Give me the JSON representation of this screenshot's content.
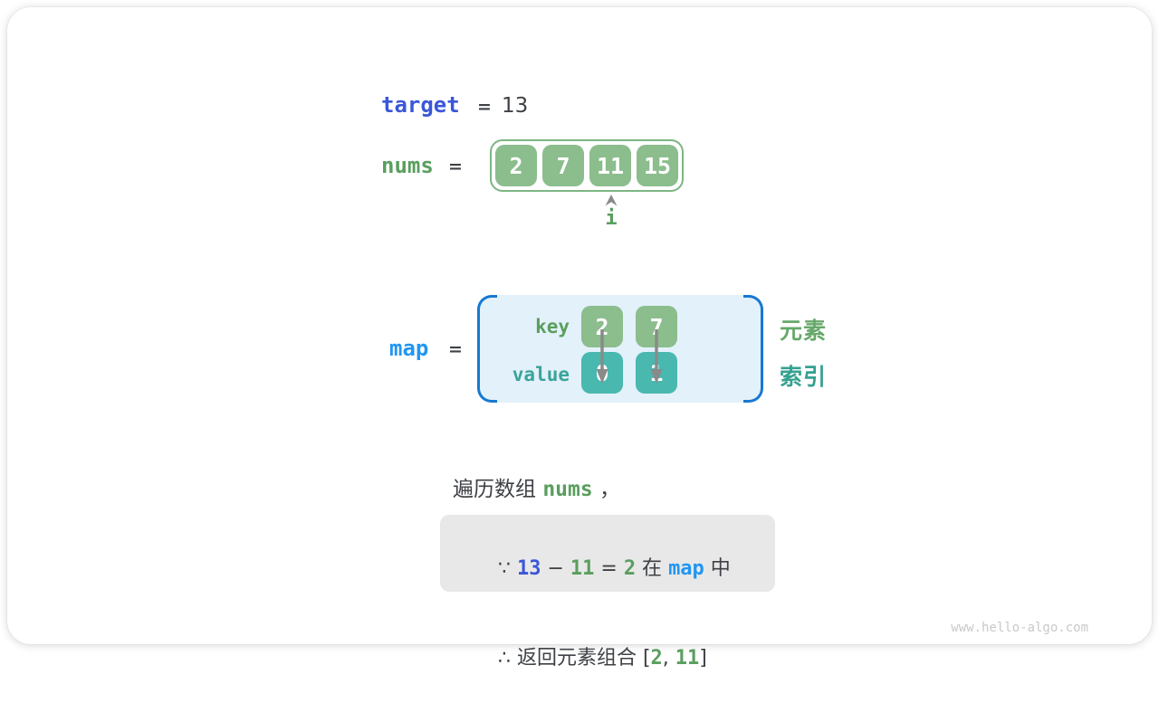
{
  "frame": {
    "watermark": "www.hello-algo.com"
  },
  "target_row": {
    "label": "target",
    "eq": "=",
    "value": "13"
  },
  "nums_row": {
    "label": "nums",
    "eq": "=",
    "cells": [
      "2",
      "7",
      "11",
      "15"
    ],
    "pointer_label": "i"
  },
  "map_row": {
    "label": "map",
    "eq": "=",
    "key_label": "key",
    "value_label": "value",
    "keys": [
      "2",
      "7"
    ],
    "values": [
      "0",
      "1"
    ],
    "key_legend": "元素",
    "value_legend": "索引"
  },
  "caption": {
    "pre": "遍历数组 ",
    "code": "nums",
    "post": " ，"
  },
  "conclusion": {
    "because": [
      "∵ ",
      "13",
      " − ",
      "11",
      " = ",
      "2",
      " 在 ",
      "map",
      " 中"
    ],
    "therefore": [
      "∴ 返回元素组合 [",
      "2",
      ", ",
      "11",
      "]"
    ]
  },
  "colors": {
    "royal_blue": "#3A57D8",
    "azure_blue": "#2196F3",
    "code_green": "#5A9E5E",
    "teal": "#3AA49A",
    "cell_green": "#8BBD8D",
    "cell_teal": "#49B8AF",
    "map_bg": "#E3F1FA",
    "bracket_blue": "#1778D2",
    "box_gray": "#E8E8E8",
    "dark_text": "#3E4145"
  }
}
